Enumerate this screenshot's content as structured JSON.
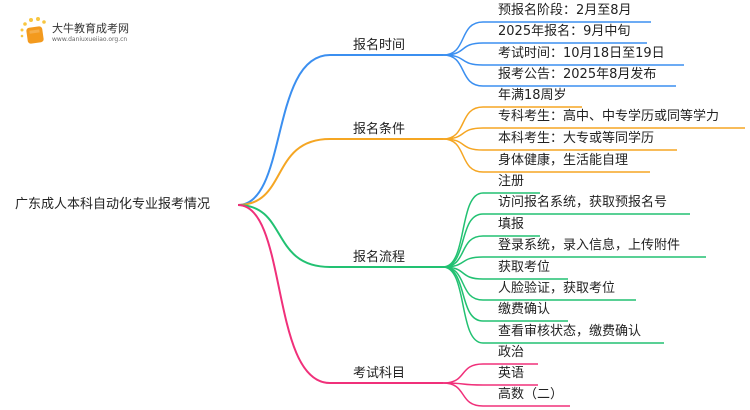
{
  "logo": {
    "title": "大牛教育成考网",
    "url": "www.daniuxueiiao.org.cn"
  },
  "root": "广东成人本科自动化专业报考情况",
  "colors": {
    "blue": "#3b8ff0",
    "orange": "#f5a623",
    "green": "#22c172",
    "pink": "#f0307a"
  },
  "branches": [
    {
      "label": "报名时间",
      "color": "blue",
      "leaves": [
        "预报名阶段：2月至8月",
        "2025年报名：9月中旬",
        "考试时间：10月18日至19日",
        "报考公告：2025年8月发布"
      ]
    },
    {
      "label": "报名条件",
      "color": "orange",
      "leaves": [
        "年满18周岁",
        "专科考生：高中、中专学历或同等学力",
        "本科考生：大专或等同学历",
        "身体健康，生活能自理"
      ]
    },
    {
      "label": "报名流程",
      "color": "green",
      "leaves": [
        "注册",
        "访问报名系统，获取预报名号",
        "填报",
        "登录系统，录入信息，上传附件",
        "获取考位",
        "人脸验证，获取考位",
        "缴费确认",
        "查看审核状态，缴费确认"
      ]
    },
    {
      "label": "考试科目",
      "color": "pink",
      "leaves": [
        "政治",
        "英语",
        "高数（二）"
      ]
    }
  ]
}
